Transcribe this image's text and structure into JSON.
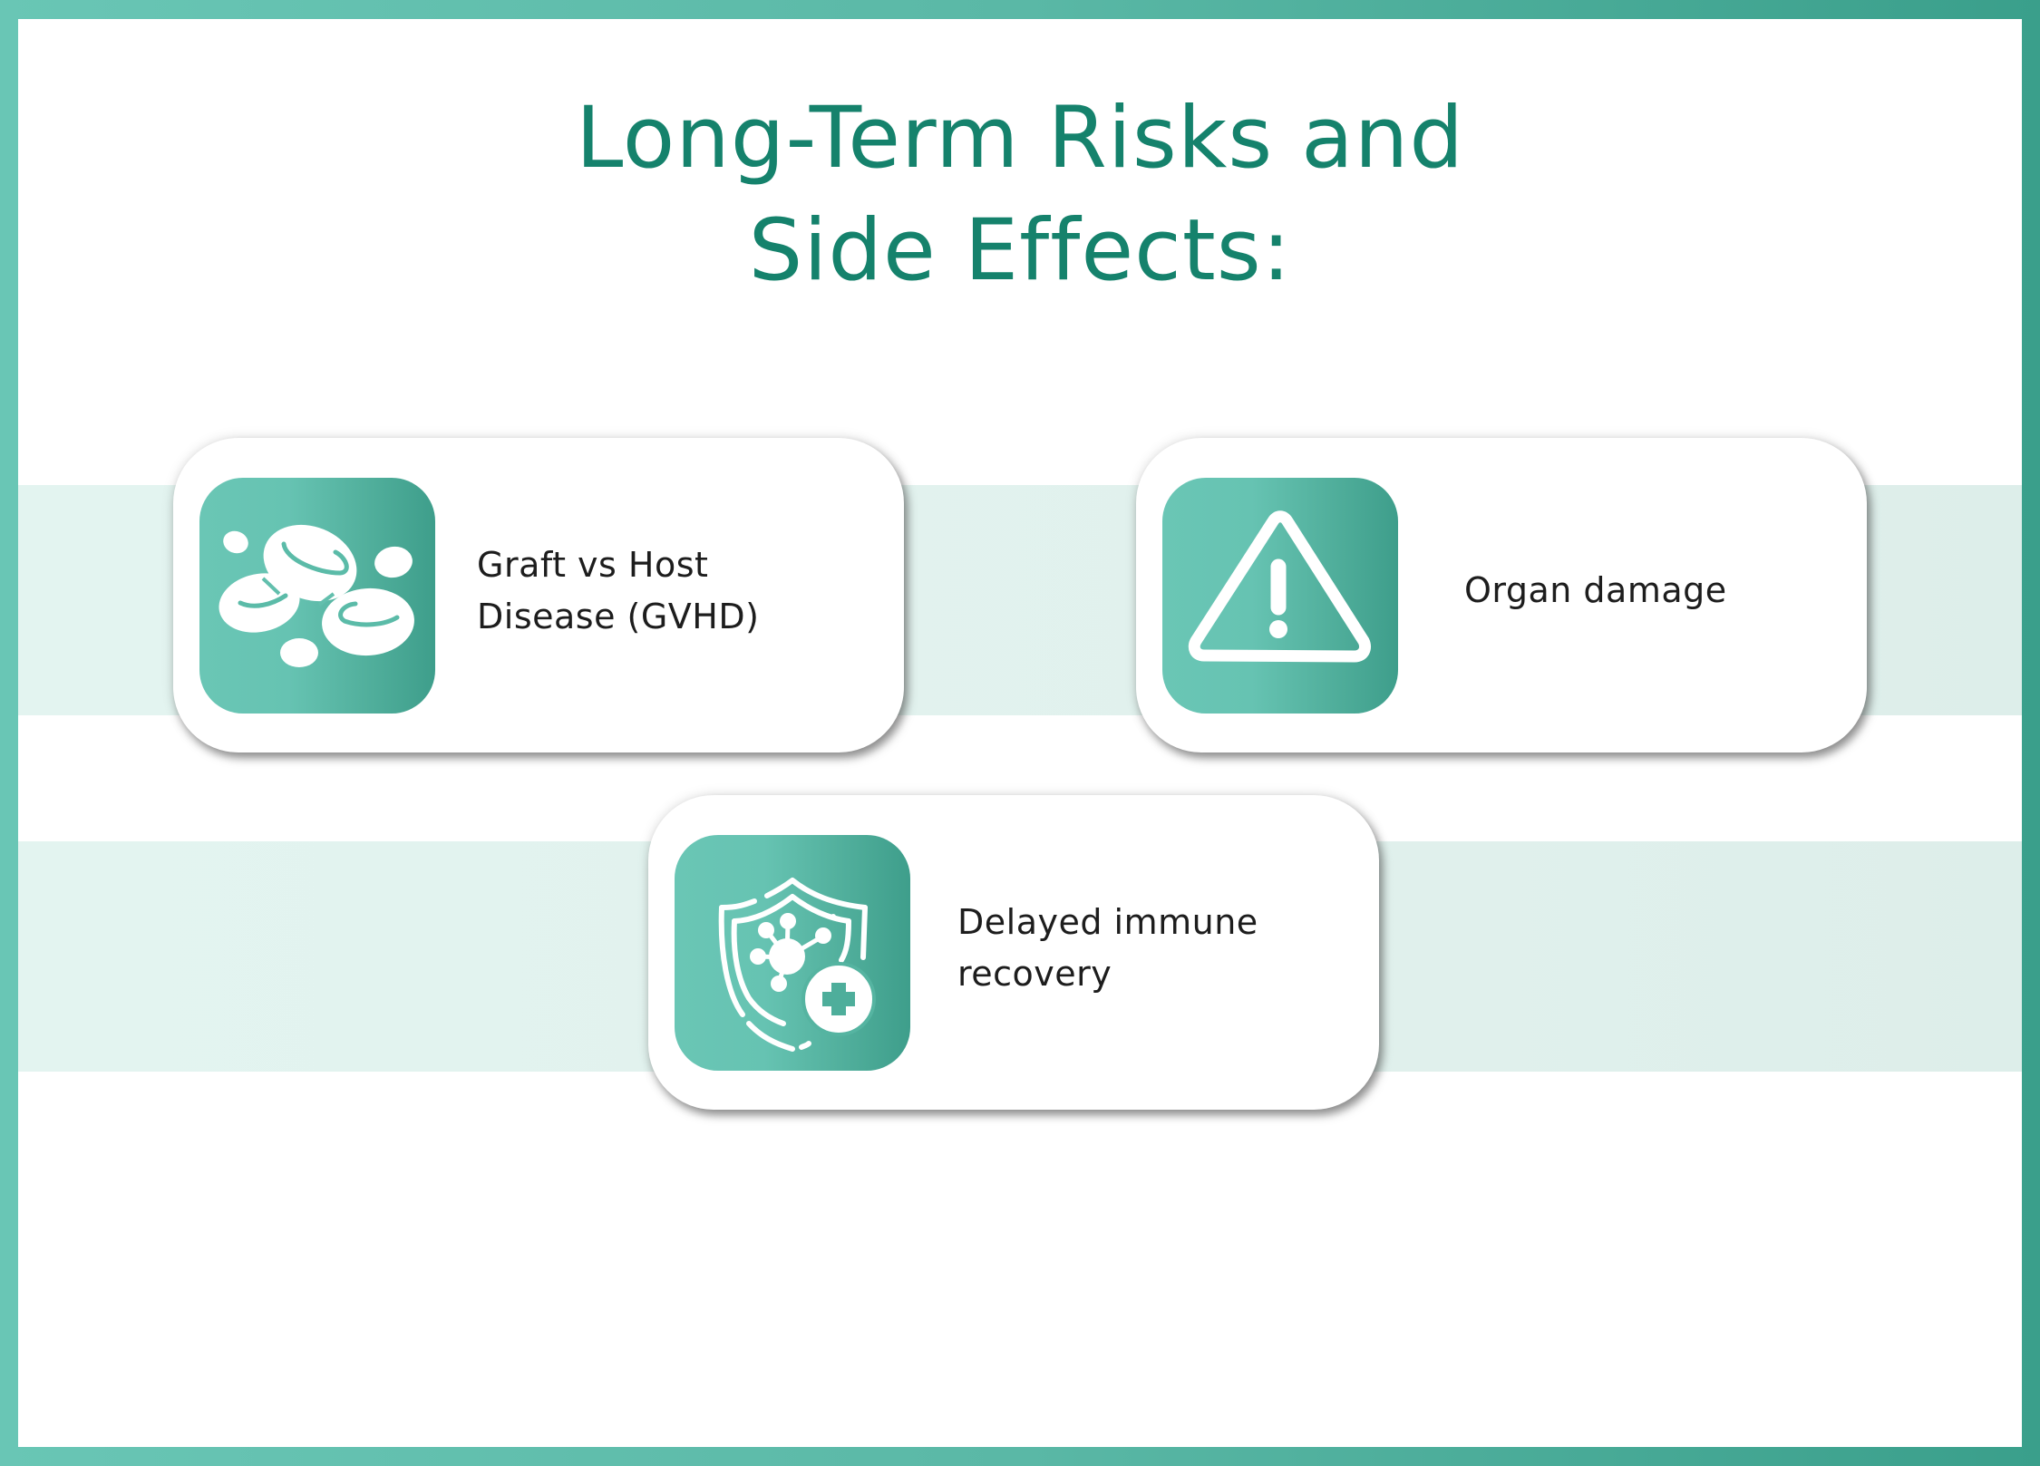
{
  "title": {
    "line1": "Long-Term Risks and",
    "line2": "Side Effects:"
  },
  "colors": {
    "title": "#15826c",
    "border_left": "#69c6b5",
    "border_right": "#3a9f8b",
    "band": "#e2f2ef",
    "icon_gradient_start": "#6ac6b5",
    "icon_gradient_end": "#3e9e8b",
    "text": "#1d1d1d"
  },
  "cards": [
    {
      "icon": "blood-cells-icon",
      "lines": [
        "Graft vs Host",
        "Disease (GVHD)"
      ]
    },
    {
      "icon": "warning-triangle-icon",
      "lines": [
        "Organ damage"
      ]
    },
    {
      "icon": "immune-shield-icon",
      "lines": [
        "Delayed immune",
        "recovery"
      ]
    }
  ]
}
